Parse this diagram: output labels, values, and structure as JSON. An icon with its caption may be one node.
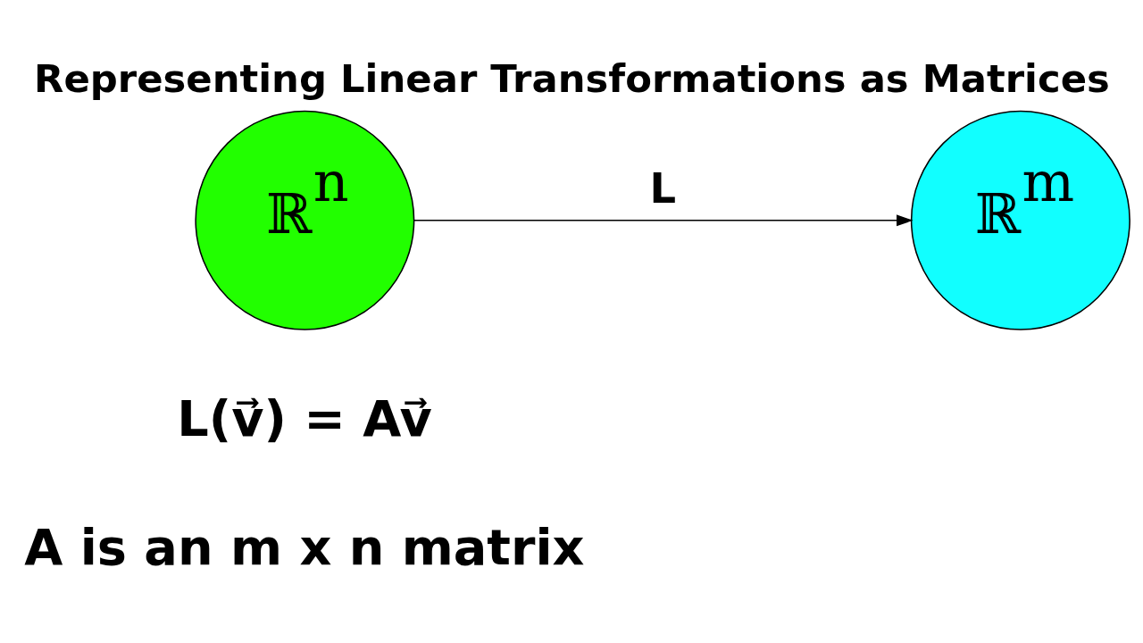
{
  "diagram": {
    "title": "Representing Linear Transformations as Matrices",
    "nodes": [
      {
        "text": [
          "ℝ$^{n}$"
        ]
      },
      {
        "text": [
          "ℝ$^{m}$"
        ]
      }
    ],
    "edges": [
      {
        "from": 0,
        "to": 1,
        "arrow": "to",
        "label": "L"
      }
    ],
    "labels": [
      "L(v⃗) = Av⃗",
      "A is an m x n matrix"
    ]
  }
}
